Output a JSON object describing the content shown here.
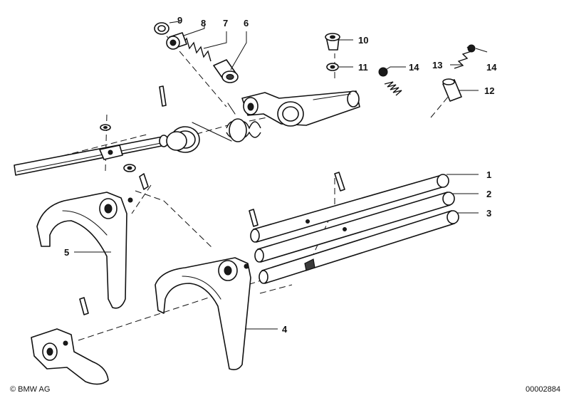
{
  "diagram": {
    "callouts": [
      {
        "id": "c1",
        "label": "1"
      },
      {
        "id": "c2",
        "label": "2"
      },
      {
        "id": "c3",
        "label": "3"
      },
      {
        "id": "c4",
        "label": "4"
      },
      {
        "id": "c5",
        "label": "5"
      },
      {
        "id": "c6",
        "label": "6"
      },
      {
        "id": "c7",
        "label": "7"
      },
      {
        "id": "c8",
        "label": "8"
      },
      {
        "id": "c9",
        "label": "9"
      },
      {
        "id": "c10",
        "label": "10"
      },
      {
        "id": "c11",
        "label": "11"
      },
      {
        "id": "c12",
        "label": "12"
      },
      {
        "id": "c13",
        "label": "13"
      },
      {
        "id": "c14a",
        "label": "14"
      },
      {
        "id": "c14b",
        "label": "14"
      }
    ]
  },
  "footer": {
    "copyright": "© BMW AG",
    "diagram_id": "00002884"
  }
}
